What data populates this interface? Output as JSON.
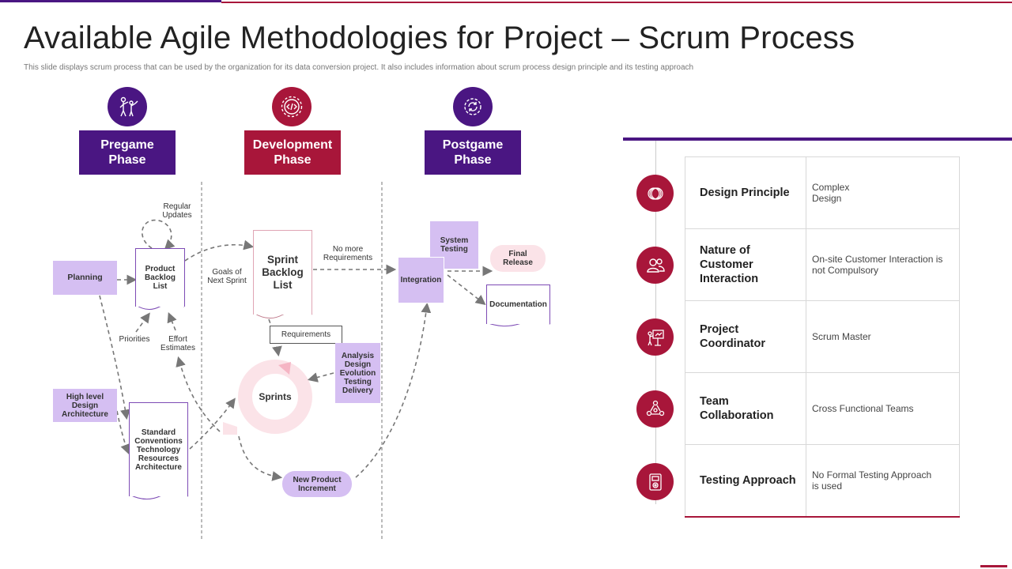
{
  "title": "Available Agile Methodologies for Project – Scrum Process",
  "subtitle": "This slide displays scrum process that can be used by the organization  for its data conversion project. It also includes information about scrum process design principle and its testing approach",
  "colors": {
    "purple": "#4a1682",
    "crimson": "#a8163a",
    "lavender": "#d5bff2",
    "pink": "#fbe3e8"
  },
  "phases": [
    {
      "label": "Pregame\nPhase",
      "icon": "people-pointing-icon"
    },
    {
      "label": "Development\nPhase",
      "icon": "gear-code-icon"
    },
    {
      "label": "Postgame\nPhase",
      "icon": "gear-refresh-icon"
    }
  ],
  "diagram": {
    "planning": "Planning",
    "regular_updates": "Regular\nUpdates",
    "product_backlog": "Product\nBacklog\nList",
    "priorities": "Priorities",
    "effort_estimates": "Effort\nEstimates",
    "high_level_design": "High level\nDesign\nArchitecture",
    "standards": "Standard\nConventions\nTechnology\nResources\nArchitecture",
    "goals_next_sprint": "Goals of\nNext Sprint",
    "sprint_backlog": "Sprint\nBacklog\nList",
    "no_more_requirements": "No more\nRequirements",
    "requirements": "Requirements",
    "analysis": "Analysis\nDesign\nEvolution\nTesting\nDelivery",
    "sprints": "Sprints",
    "new_product_increment": "New Product\nIncrement",
    "system_testing": "System\nTesting",
    "integration": "Integration",
    "final_release": "Final\nRelease",
    "documentation": "Documentation"
  },
  "table": {
    "rows": [
      {
        "label": "Design Principle",
        "value": "Complex\nDesign",
        "icon": "rings-icon"
      },
      {
        "label": "Nature of\nCustomer\nInteraction",
        "value": "On-site Customer Interaction is\nnot Compulsory",
        "icon": "users-icon"
      },
      {
        "label": "Project\nCoordinator",
        "value": "Scrum Master",
        "icon": "presenter-icon"
      },
      {
        "label": "Team\nCollaboration",
        "value": "Cross Functional Teams",
        "icon": "team-network-icon"
      },
      {
        "label": "Testing Approach",
        "value": "No Formal Testing Approach\nis used",
        "icon": "device-test-icon"
      }
    ]
  }
}
